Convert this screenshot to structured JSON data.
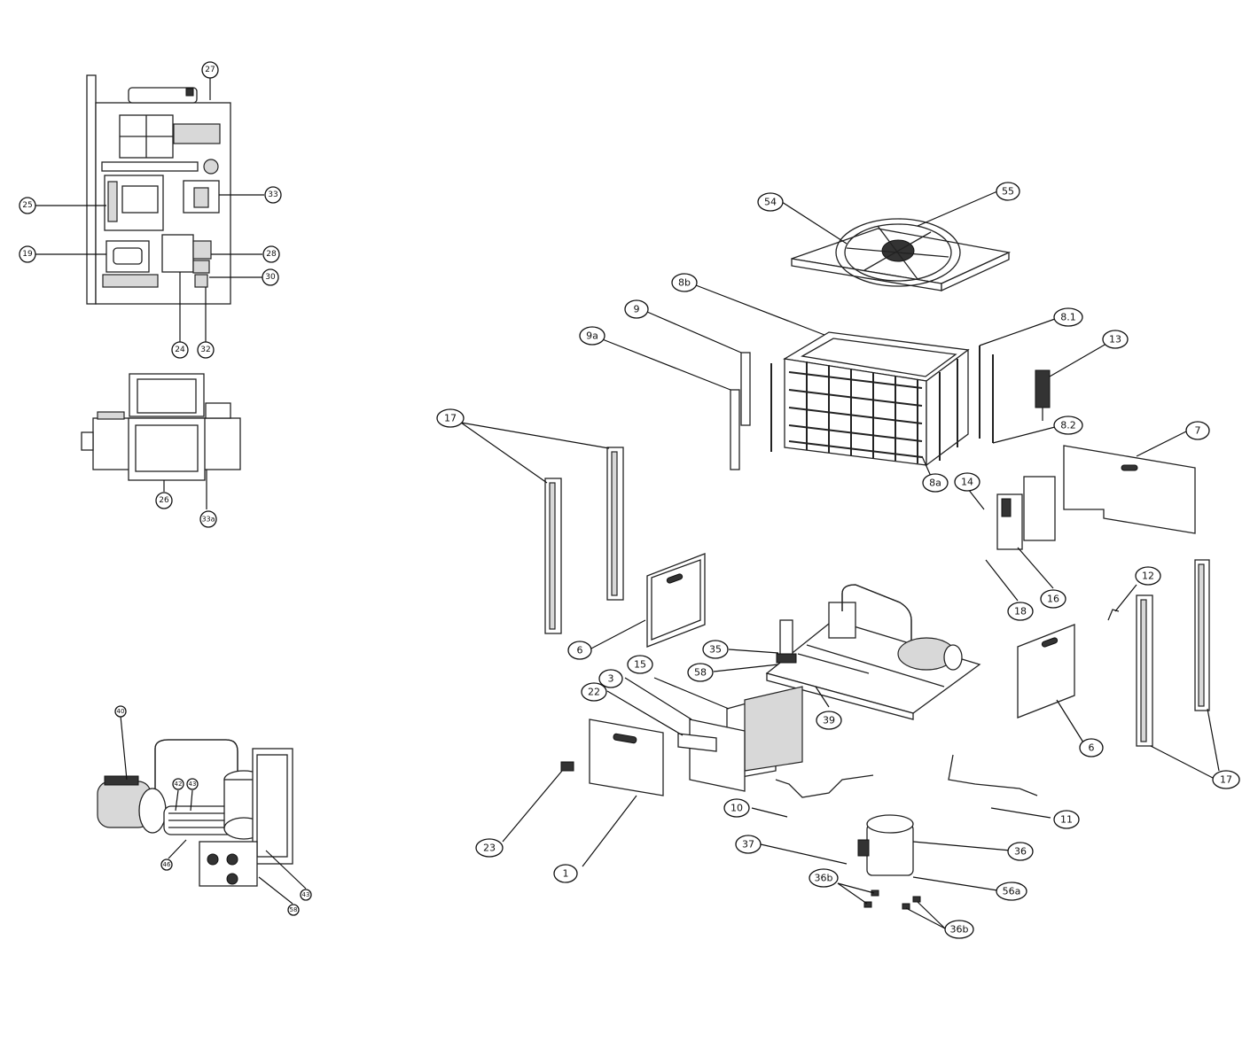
{
  "callouts": [
    {
      "id": "c27",
      "label": "27"
    },
    {
      "id": "c25",
      "label": "25"
    },
    {
      "id": "c33",
      "label": "33"
    },
    {
      "id": "c19",
      "label": "19"
    },
    {
      "id": "c28",
      "label": "28"
    },
    {
      "id": "c30",
      "label": "30"
    },
    {
      "id": "c24",
      "label": "24"
    },
    {
      "id": "c32",
      "label": "32"
    },
    {
      "id": "c26",
      "label": "26"
    },
    {
      "id": "c33a",
      "label": "33a"
    },
    {
      "id": "c40",
      "label": "40"
    },
    {
      "id": "c42",
      "label": "42"
    },
    {
      "id": "c43a",
      "label": "43"
    },
    {
      "id": "c46",
      "label": "46"
    },
    {
      "id": "c43b",
      "label": "43"
    },
    {
      "id": "c58a",
      "label": "58"
    },
    {
      "id": "c54",
      "label": "54"
    },
    {
      "id": "c55",
      "label": "55"
    },
    {
      "id": "c8b",
      "label": "8b"
    },
    {
      "id": "c9",
      "label": "9"
    },
    {
      "id": "c81",
      "label": "8.1"
    },
    {
      "id": "c13",
      "label": "13"
    },
    {
      "id": "c9a",
      "label": "9a"
    },
    {
      "id": "c17a",
      "label": "17"
    },
    {
      "id": "c82",
      "label": "8.2"
    },
    {
      "id": "c7",
      "label": "7"
    },
    {
      "id": "c8a",
      "label": "8a"
    },
    {
      "id": "c14",
      "label": "14"
    },
    {
      "id": "c12",
      "label": "12"
    },
    {
      "id": "c6a",
      "label": "6"
    },
    {
      "id": "c16",
      "label": "16"
    },
    {
      "id": "c18",
      "label": "18"
    },
    {
      "id": "c35",
      "label": "35"
    },
    {
      "id": "c15",
      "label": "15"
    },
    {
      "id": "c3",
      "label": "3"
    },
    {
      "id": "c58b",
      "label": "58"
    },
    {
      "id": "c22",
      "label": "22"
    },
    {
      "id": "c39",
      "label": "39"
    },
    {
      "id": "c6b",
      "label": "6"
    },
    {
      "id": "c17b",
      "label": "17"
    },
    {
      "id": "c10",
      "label": "10"
    },
    {
      "id": "c11",
      "label": "11"
    },
    {
      "id": "c23",
      "label": "23"
    },
    {
      "id": "c37",
      "label": "37"
    },
    {
      "id": "c36",
      "label": "36"
    },
    {
      "id": "c1",
      "label": "1"
    },
    {
      "id": "c36b1",
      "label": "36b"
    },
    {
      "id": "c56a",
      "label": "56a"
    },
    {
      "id": "c36b2",
      "label": "36b"
    }
  ]
}
